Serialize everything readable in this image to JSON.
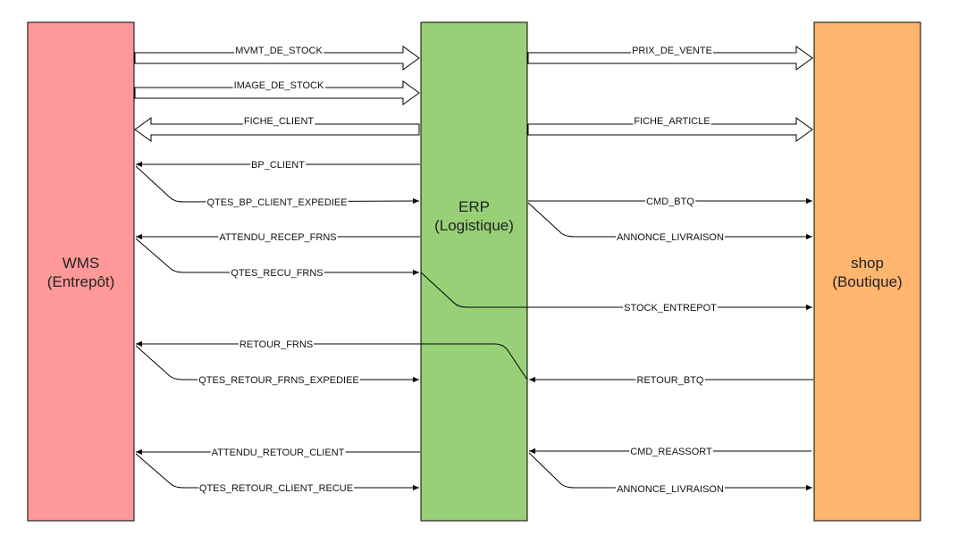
{
  "colors": {
    "wms_fill": "#FF9999",
    "erp_fill": "#97D077",
    "shop_fill": "#FFB570",
    "stroke": "#000000"
  },
  "nodes": {
    "wms": {
      "title": "WMS",
      "subtitle": "(Entrepôt)"
    },
    "erp": {
      "title": "ERP",
      "subtitle": "(Logistique)"
    },
    "shop": {
      "title": "shop",
      "subtitle": "(Boutique)"
    }
  },
  "edges": [
    {
      "id": "e0",
      "label": "MVMT_DE_STOCK",
      "from": "wms",
      "to": "erp",
      "style": "flow"
    },
    {
      "id": "e1",
      "label": "IMAGE_DE_STOCK",
      "from": "wms",
      "to": "erp",
      "style": "flow"
    },
    {
      "id": "e2",
      "label": "FICHE_CLIENT",
      "from": "erp",
      "to": "wms",
      "style": "flow"
    },
    {
      "id": "e3",
      "label": "PRIX_DE_VENTE",
      "from": "erp",
      "to": "shop",
      "style": "flow"
    },
    {
      "id": "e4",
      "label": "FICHE_ARTICLE",
      "from": "erp",
      "to": "shop",
      "style": "flow"
    },
    {
      "id": "e5",
      "label": "BP_CLIENT",
      "from": "erp",
      "to": "wms",
      "style": "line"
    },
    {
      "id": "e6",
      "label": "QTES_BP_CLIENT_EXPEDIEE",
      "from": "wms",
      "to": "erp",
      "style": "line"
    },
    {
      "id": "e7",
      "label": "ATTENDU_RECEP_FRNS",
      "from": "erp",
      "to": "wms",
      "style": "line"
    },
    {
      "id": "e8",
      "label": "QTES_RECU_FRNS",
      "from": "wms",
      "to": "erp",
      "style": "line"
    },
    {
      "id": "e9",
      "label": "CMD_BTQ",
      "from": "erp",
      "to": "shop",
      "style": "line"
    },
    {
      "id": "e10",
      "label": "ANNONCE_LIVRAISON",
      "from": "erp",
      "to": "shop",
      "style": "line"
    },
    {
      "id": "e11",
      "label": "STOCK_ENTREPOT",
      "from": "erp",
      "to": "shop",
      "style": "line"
    },
    {
      "id": "e12",
      "label": "RETOUR_FRNS",
      "from": "erp",
      "to": "wms",
      "style": "line"
    },
    {
      "id": "e13",
      "label": "QTES_RETOUR_FRNS_EXPEDIEE",
      "from": "wms",
      "to": "erp",
      "style": "line"
    },
    {
      "id": "e14",
      "label": "RETOUR_BTQ",
      "from": "shop",
      "to": "erp",
      "style": "line"
    },
    {
      "id": "e15",
      "label": "ATTENDU_RETOUR_CLIENT",
      "from": "erp",
      "to": "wms",
      "style": "line"
    },
    {
      "id": "e16",
      "label": "QTES_RETOUR_CLIENT_RECUE",
      "from": "wms",
      "to": "erp",
      "style": "line"
    },
    {
      "id": "e17",
      "label": "CMD_REASSORT",
      "from": "shop",
      "to": "erp",
      "style": "line"
    },
    {
      "id": "e18",
      "label": "ANNONCE_LIVRAISON",
      "from": "erp",
      "to": "shop",
      "style": "line"
    }
  ]
}
